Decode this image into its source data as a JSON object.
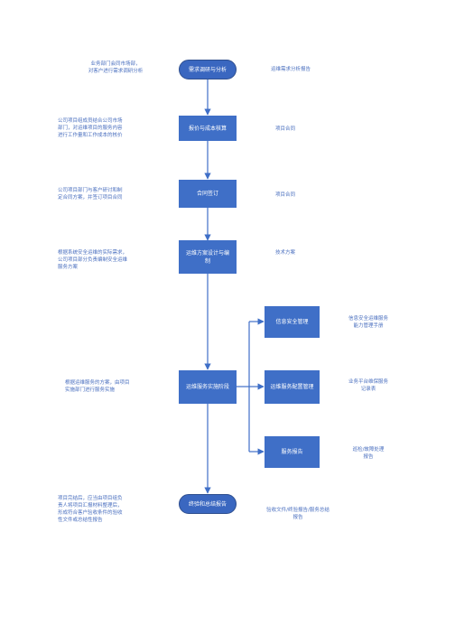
{
  "colors": {
    "node_fill": "#3f6fc7",
    "connector": "#3f6fc7",
    "note_text": "#4a6fbf"
  },
  "steps": [
    {
      "label": "需求调研与分析",
      "left_note": "业务部门会同市场部，\n对客户进行需求调研分析",
      "right_note": "运维需求分析报告"
    },
    {
      "label": "报价与成本核算",
      "left_note": "公司项目组成员结合公司市场\n部门，对运维项目的服务内容\n进行工作量和工作成本的核价",
      "right_note": "项目合同"
    },
    {
      "label": "合同签订",
      "left_note": "公司项目部门与客户研讨和制\n定合同方案，并签订项目合同",
      "right_note": "项目合同"
    },
    {
      "label": "运维方案设计与编\n制",
      "left_note": "根据系统安全运维的实际需求，\n公司项目部分负责编制安全运维\n服务方案",
      "right_note": "技术方案"
    },
    {
      "label": "运维服务实施阶段",
      "left_note": "根据运维服务的方案，由项目\n实施部门进行服务实施",
      "right_note": ""
    },
    {
      "label": "终验和总结报告",
      "left_note": "项目完结后，应当由项目组负\n责人将项目汇报材料整理后，\n形成符合客户验收条件的验收\n性文件或总结性报告",
      "right_note": "验收文件/终验报告/服务总结\n报告"
    }
  ],
  "branches": [
    {
      "label": "信息安全管理",
      "note": "信息安全运维服务\n能力管理手册"
    },
    {
      "label": "运维服务配置管理",
      "note": "业务平台维保服务\n记录表"
    },
    {
      "label": "服务报告",
      "note": "巡检/故障处理\n报告"
    }
  ]
}
